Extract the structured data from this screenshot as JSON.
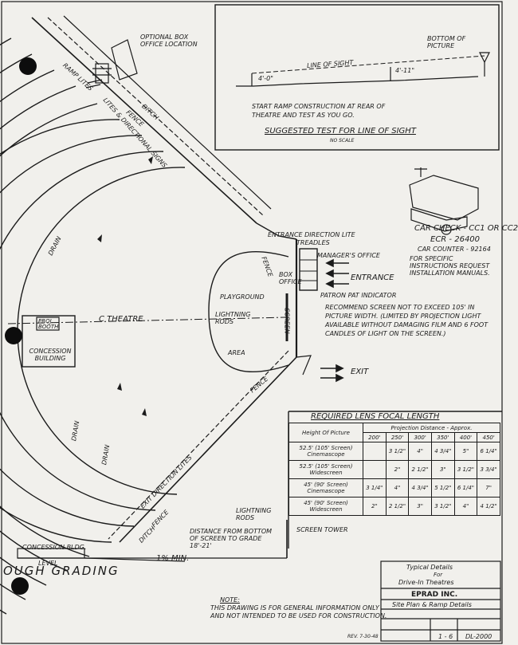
{
  "top_box": {
    "line_of_sight": "Line Of Sight",
    "bottom_of_picture": "Bottom Of Picture",
    "height_left": "4'-0\"",
    "height_right": "4'-11\"",
    "note": "Start Ramp Construction At Rear Of Theatre And Test As You Go.",
    "title": "Suggested Test For Line Of Sight",
    "scale": "No Scale"
  },
  "labels": {
    "optional_box_office": "Optional Box Office Location",
    "ramp_lites": "Ramp Lites",
    "fence": "Fence",
    "ditch": "Ditch",
    "lites_directional_signs": "Lites & Directional Signs",
    "drain": "Drain",
    "entrance_direction_lite": "Entrance Direction Lite",
    "treadles": "Treadles",
    "managers_office": "Manager's Office",
    "box_office": "Box Office",
    "entrance": "Entrance",
    "patron_pat_indicator": "Patron Pat Indicator",
    "playground": "Playground",
    "lightning_rods": "Lightning Rods",
    "screen": "Screen",
    "area": "Area",
    "proj_booth": "Proj. Booth",
    "cl_theatre": "C Theatre",
    "concession_building": "Concession Building",
    "exit": "Exit",
    "exit_direction_lites": "Exit Direction Lites",
    "lightning_rods_2": "Lightning Rods",
    "screen_tower": "Screen Tower",
    "distance_note": "Distance From Bottom Of Screen To Grade 18'-21'",
    "concession_bldg": "Concession Bldg.",
    "level": "Level",
    "min_slope": "1% Min.",
    "rough_grading": "ough Grading"
  },
  "car_check": {
    "line1": "Car Check - CC1 or CC2",
    "line2": "ECR - 26400",
    "line3": "Car Counter - 92164",
    "note": "For Specific Instructions Request Installation Manuals."
  },
  "screen_note": "Recommend Screen Not To Exceed 105' In Picture Width. (Limited By Projection Light Available Without Damaging Film And 6 Foot Candles Of Light On The Screen.)",
  "focal_table": {
    "title": "Required Lens Focal Length",
    "col_header": "Height Of Picture",
    "projection_header": "Projection Distance - Approx.",
    "distances": [
      "200'",
      "250'",
      "300'",
      "350'",
      "400'",
      "450'"
    ],
    "rows": [
      {
        "label": "52.5' (105' Screen) Cinemascope",
        "values": [
          "",
          "3 1/2\"",
          "4\"",
          "4 3/4\"",
          "5\"",
          "6 1/4\""
        ]
      },
      {
        "label": "52.5' (105' Screen) Widescreen",
        "values": [
          "",
          "2\"",
          "2 1/2\"",
          "3\"",
          "3 1/2\"",
          "3 3/4\""
        ]
      },
      {
        "label": "45' (90' Screen) Cinemascope",
        "values": [
          "3 1/4\"",
          "4\"",
          "4 3/4\"",
          "5 1/2\"",
          "6 1/4\"",
          "7\""
        ]
      },
      {
        "label": "45' (90' Screen) Widescreen",
        "values": [
          "2\"",
          "2 1/2\"",
          "3\"",
          "3 1/2\"",
          "4\"",
          "4 1/2\""
        ]
      }
    ]
  },
  "title_block": {
    "line1": "Typical Details",
    "line2": "For",
    "line3": "Drive-In Theatres",
    "company": "EPRAD INC.",
    "sheet_title": "Site Plan & Ramp Details",
    "drawing_no": "DL-2000",
    "sheet": "1 - 6"
  },
  "note": {
    "heading": "Note:",
    "text1": "This Drawing Is For General Information Only",
    "text2": "And Not Intended To Be Used For Construction."
  },
  "rev": "Rev. 7-30-48"
}
